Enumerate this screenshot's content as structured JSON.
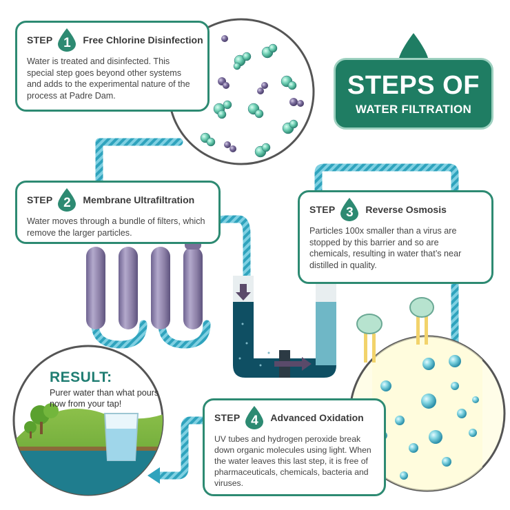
{
  "badge": {
    "line1": "STEPS OF",
    "line2": "WATER FILTRATION"
  },
  "steps": [
    {
      "word": "STEP",
      "number": "1",
      "title": "Free Chlorine Disinfection",
      "body": "Water is treated and disinfected. This special step goes beyond other systems and adds to the experimental nature of the process at Padre Dam."
    },
    {
      "word": "STEP",
      "number": "2",
      "title": "Membrane Ultrafiltration",
      "body": "Water moves through a bundle of filters, which remove the larger particles."
    },
    {
      "word": "STEP",
      "number": "3",
      "title": "Reverse Osmosis",
      "body": "Particles 100x smaller than a virus are stopped by this barrier and so are chemicals, resulting in water that’s near distilled in quality."
    },
    {
      "word": "STEP",
      "number": "4",
      "title": "Advanced Oxidation",
      "body": "UV tubes and hydrogen peroxide break down organic molecules using light. When the water leaves this last step, it is free of pharmaceuticals, chemicals, bacteria and viruses."
    }
  ],
  "result": {
    "title": "RESULT:",
    "body": "Purer water than what pours now from your tap!"
  },
  "colors": {
    "teal_dark": "#1f7d63",
    "teal": "#2d8a72",
    "pipe": "#3fa7c0",
    "filter": "#8b7fa6",
    "water": "#0f4f63"
  }
}
